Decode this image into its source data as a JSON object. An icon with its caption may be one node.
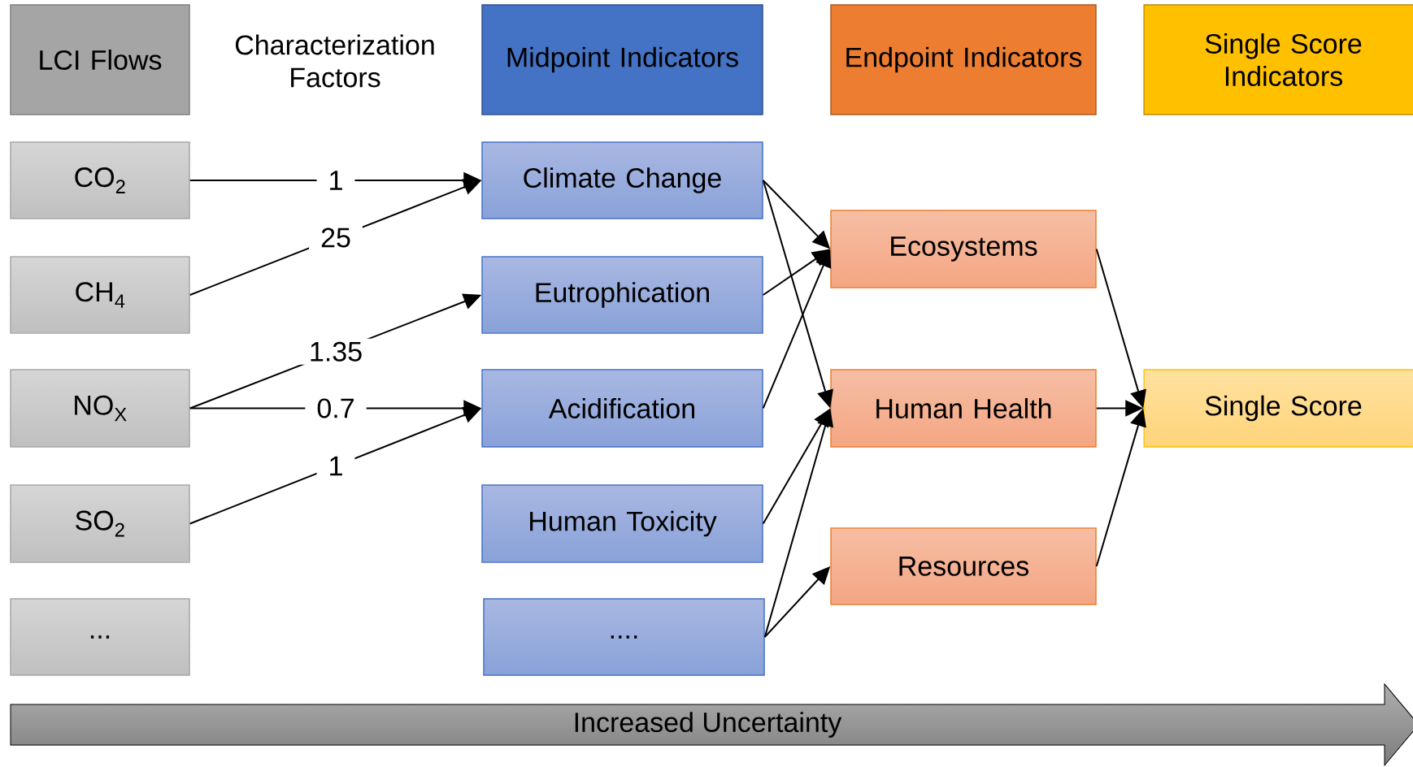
{
  "diagram": {
    "nodes": [
      {
        "text": [
          "LCI Flows"
        ]
      },
      {
        "text": [
          "Midpoint Indicators"
        ]
      },
      {
        "text": [
          "Endpoint Indicators"
        ]
      },
      {
        "text": [
          "Single Score Indicators"
        ]
      },
      {
        "text": [
          "CO$_{2}$"
        ]
      },
      {
        "text": [
          "CH$_{4}$"
        ]
      },
      {
        "text": [
          "NO$_{X}$"
        ]
      },
      {
        "text": [
          "SO$_{2}$"
        ]
      },
      {
        "text": [
          "..."
        ]
      },
      {
        "text": [
          "Climate Change"
        ]
      },
      {
        "text": [
          "Eutrophication"
        ]
      },
      {
        "text": [
          "Acidification"
        ]
      },
      {
        "text": [
          "Human Toxicity"
        ]
      },
      {
        "text": [
          "...."
        ]
      },
      {
        "text": [
          "Ecosystems"
        ]
      },
      {
        "text": [
          "Human Health"
        ]
      },
      {
        "text": [
          "Resources"
        ]
      },
      {
        "text": [
          "Single Score"
        ]
      },
      {
        "text": [
          "Increased Uncertainty"
        ]
      }
    ],
    "edges": [
      {
        "from": 4,
        "to": 9,
        "arrow": "to",
        "label": "1"
      },
      {
        "from": 5,
        "to": 9,
        "arrow": "to",
        "label": "25"
      },
      {
        "from": 6,
        "to": 10,
        "arrow": "to",
        "label": "1.35"
      },
      {
        "from": 6,
        "to": 11,
        "arrow": "to",
        "label": "0.7"
      },
      {
        "from": 7,
        "to": 11,
        "arrow": "to",
        "label": "1"
      },
      {
        "from": 9,
        "to": 14,
        "arrow": "to"
      },
      {
        "from": 9,
        "to": 15,
        "arrow": "to"
      },
      {
        "from": 10,
        "to": 14,
        "arrow": "to"
      },
      {
        "from": 11,
        "to": 14,
        "arrow": "to"
      },
      {
        "from": 12,
        "to": 15,
        "arrow": "to"
      },
      {
        "from": 13,
        "to": 15,
        "arrow": "to"
      },
      {
        "from": 13,
        "to": 16,
        "arrow": "to"
      },
      {
        "from": 14,
        "to": 17,
        "arrow": "to"
      },
      {
        "from": 15,
        "to": 17,
        "arrow": "to"
      },
      {
        "from": 16,
        "to": 17,
        "arrow": "to"
      }
    ],
    "labels": [
      "Characterization Factors"
    ]
  }
}
